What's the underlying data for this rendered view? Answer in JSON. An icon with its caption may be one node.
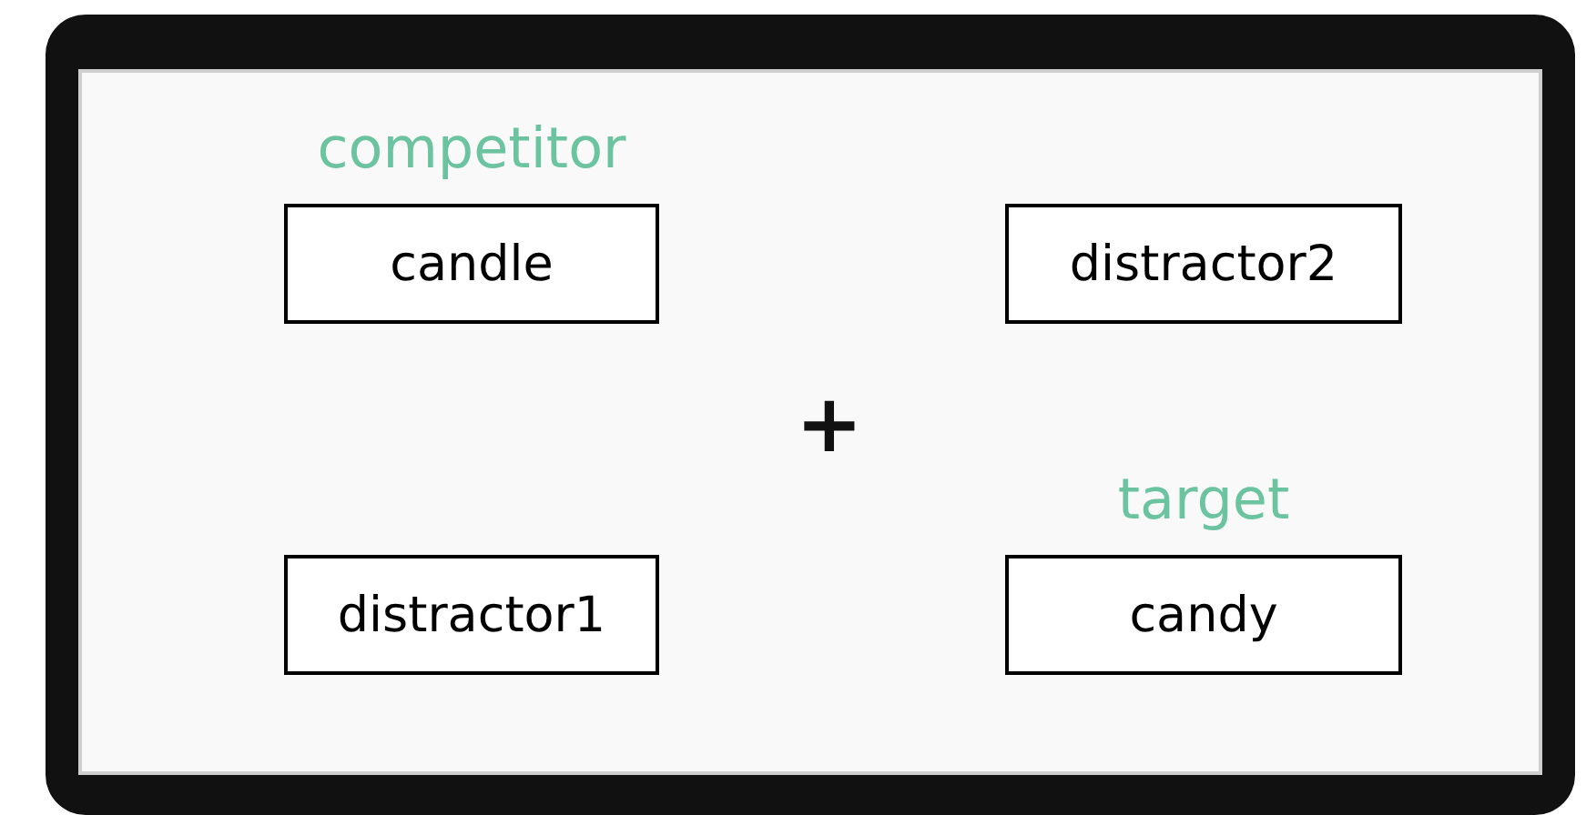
{
  "diagram": {
    "nodes": [
      {
        "text": [],
        "shape": "box"
      },
      {
        "text": [
          "candle"
        ],
        "in": 0,
        "beside": [
          "competitor"
        ]
      },
      {
        "text": [
          "distractor2"
        ],
        "in": 0
      },
      {
        "text": [
          "distractor1"
        ],
        "in": 0
      },
      {
        "text": [
          "candy"
        ],
        "in": 0,
        "beside": [
          "target"
        ]
      }
    ],
    "edges": [],
    "labels": [
      "+"
    ]
  }
}
